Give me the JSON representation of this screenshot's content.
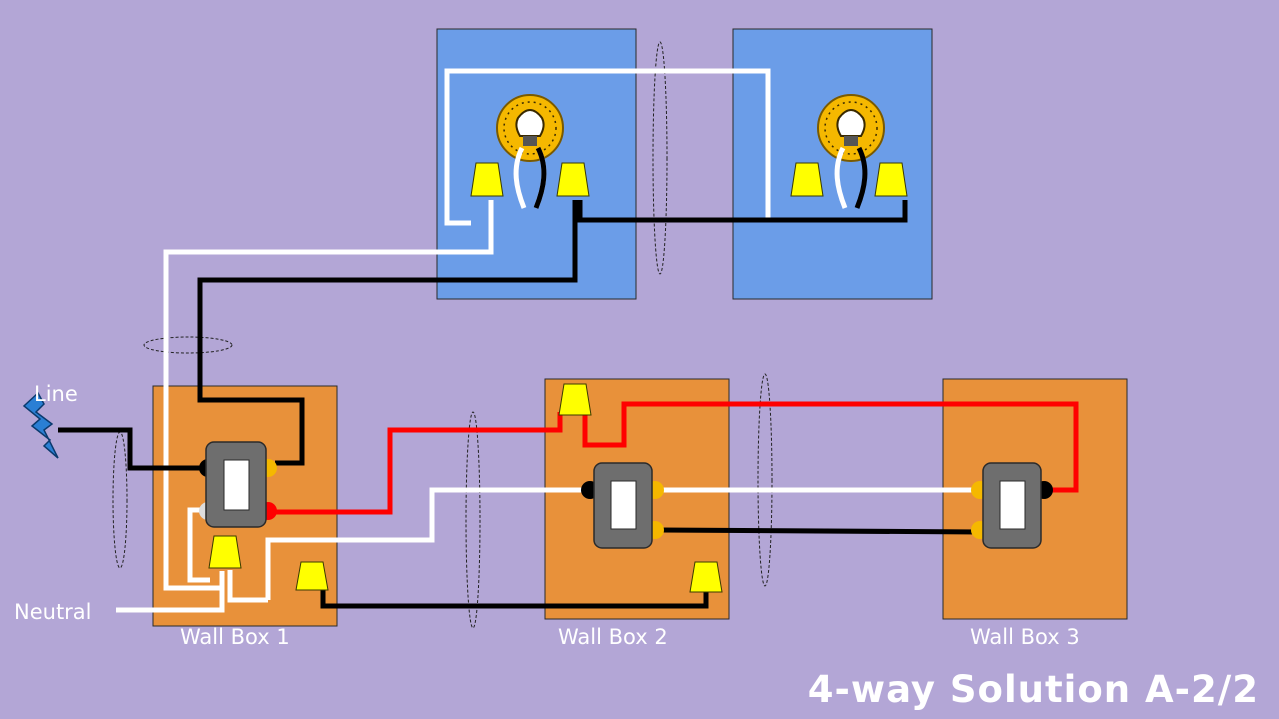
{
  "title": "4-way Solution A-2/2",
  "labels": {
    "line": "Line",
    "neutral": "Neutral",
    "wall_box_1": "Wall Box 1",
    "wall_box_2": "Wall Box 2",
    "wall_box_3": "Wall Box 3"
  },
  "colors": {
    "background": "#b3a6d6",
    "light_box": "#6b9de8",
    "wall_box": "#e8913a",
    "hot_wire": "#000000",
    "neutral_wire": "#ffffff",
    "traveler_wire": "#ff0000",
    "wire_nut": "#ffff00",
    "switch_body": "#6e6e6e",
    "bulb": "#f5b800"
  }
}
